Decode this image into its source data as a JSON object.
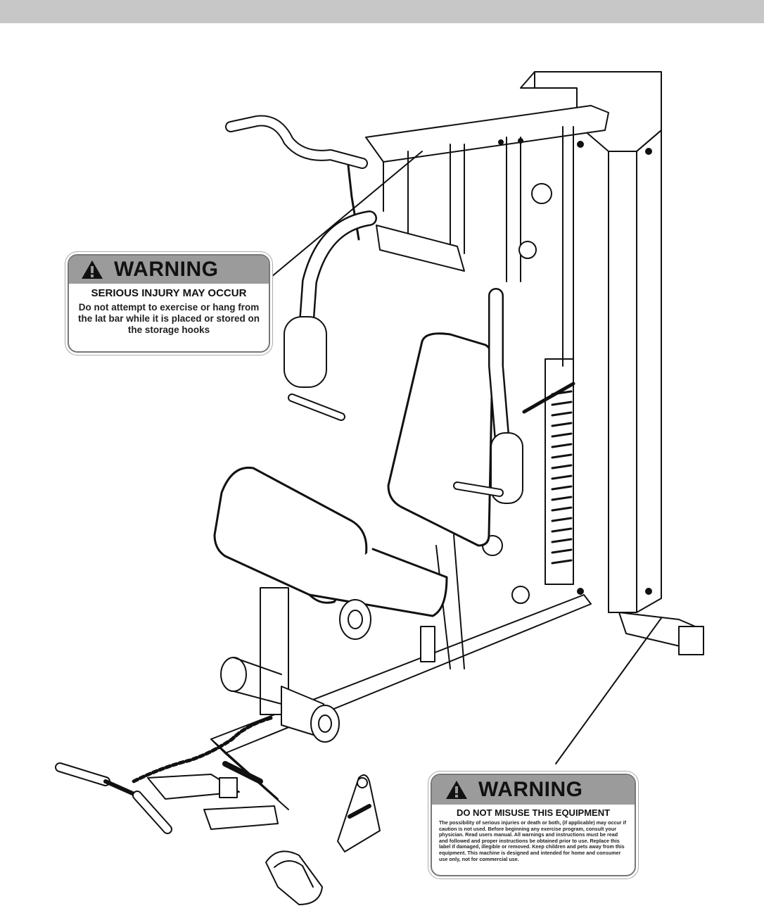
{
  "warning_label_1": {
    "heading": "WARNING",
    "subheading": "SERIOUS INJURY MAY OCCUR",
    "body": "Do not attempt to exercise or hang from the lat bar while it is placed or stored on the storage hooks"
  },
  "warning_label_2": {
    "heading": "WARNING",
    "subheading": "DO NOT MISUSE THIS EQUIPMENT",
    "body": "The possibility of serious injuries or death or both, (if applicable) may occur if caution is not used. Before beginning any exercise program, consult your physician. Read users manual. All warnings and instructions must be read and followed and proper instructions be obtained prior to use. Replace this label if damaged, illegible or removed. Keep children and pets away from this equipment. This machine is designed and intended for home and consumer use only, not for commercial use."
  },
  "colors": {
    "header_bar": "#c7c7c7",
    "label_header": "#9b9b9b",
    "line": "#111111"
  },
  "icons": [
    "warning-triangle-icon"
  ]
}
